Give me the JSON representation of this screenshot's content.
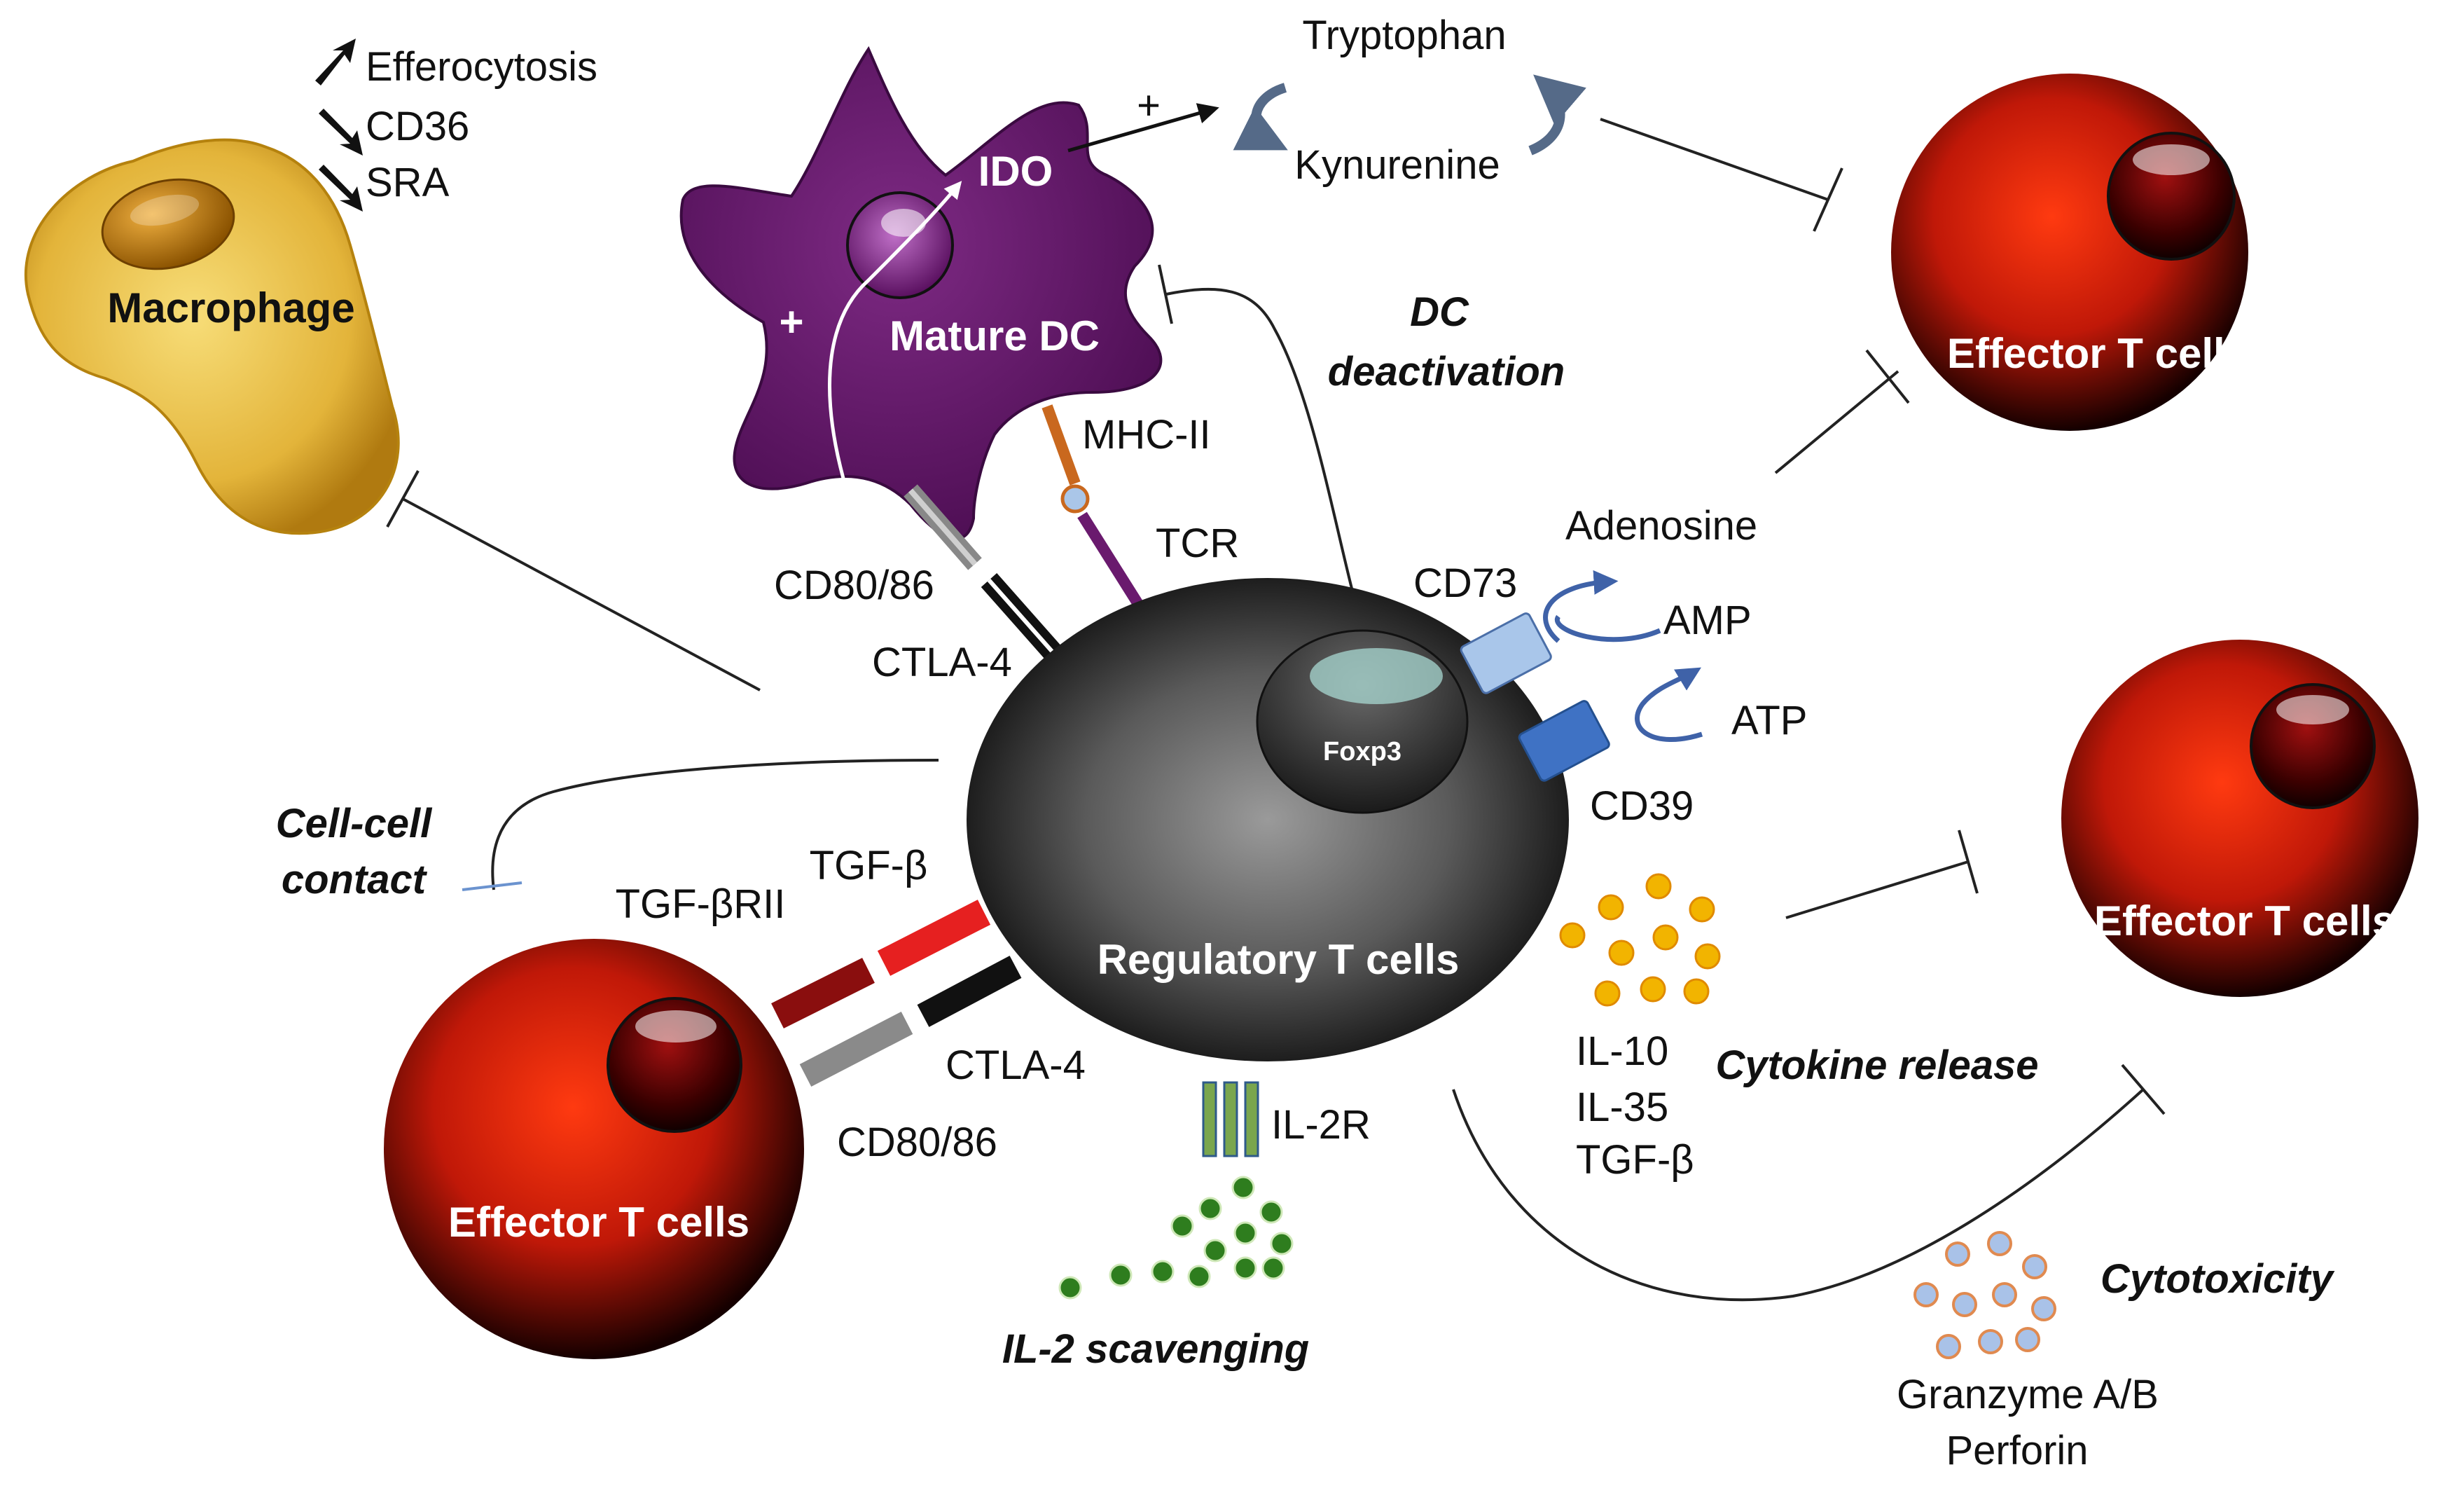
{
  "cells": {
    "regulatory": "Regulatory T cells",
    "foxp3": "Foxp3",
    "macrophage": "Macrophage",
    "mature_dc": "Mature DC",
    "effector_top": "Effector T cells",
    "effector_middle": "Effector T cells",
    "effector_bottom_left": "Effector T cells"
  },
  "macrophage_effects": {
    "efferocytosis": "Efferocytosis",
    "cd36": "CD36",
    "sra": "SRA"
  },
  "ido_pathway": {
    "ido": "IDO",
    "plus_dc": "+",
    "plus_ido": "+",
    "tryptophan": "Tryptophan",
    "kynurenine": "Kynurenine"
  },
  "receptors": {
    "mhc_ii": "MHC-II",
    "tcr": "TCR",
    "cd80_86_dc": "CD80/86",
    "ctla4_dc": "CTLA-4",
    "cd73": "CD73",
    "cd39": "CD39",
    "adenosine": "Adenosine",
    "amp": "AMP",
    "atp": "ATP",
    "tgf_beta": "TGF-β",
    "tgf_beta_rii": "TGF-βRII",
    "ctla4_eff": "CTLA-4",
    "cd80_86_eff": "CD80/86",
    "il2r": "IL-2R"
  },
  "cytokines": [
    "IL-10",
    "IL-35",
    "TGF-β"
  ],
  "cytotoxic": {
    "granzyme": "Granzyme A/B",
    "perforin": "Perforin"
  },
  "mechanisms": {
    "dc_deactivation_1": "DC",
    "dc_deactivation_2": "deactivation",
    "cell_contact_1": "Cell-cell",
    "cell_contact_2": "contact",
    "cytokine_release": "Cytokine release",
    "cytotoxicity": "Cytotoxicity",
    "il2_scavenging": "IL-2 scavenging"
  },
  "colors": {
    "treg": "#3a3a3a",
    "effector": "#e02a10",
    "macrophage": "#e3b43a",
    "dc": "#6a1a6e",
    "il2_dots": "#2e7d1e",
    "cytokine_dots": "#f2b400",
    "granzyme_dots": "#a9c2e8",
    "cd73": "#a9c6ea",
    "cd39": "#3f72c4"
  }
}
